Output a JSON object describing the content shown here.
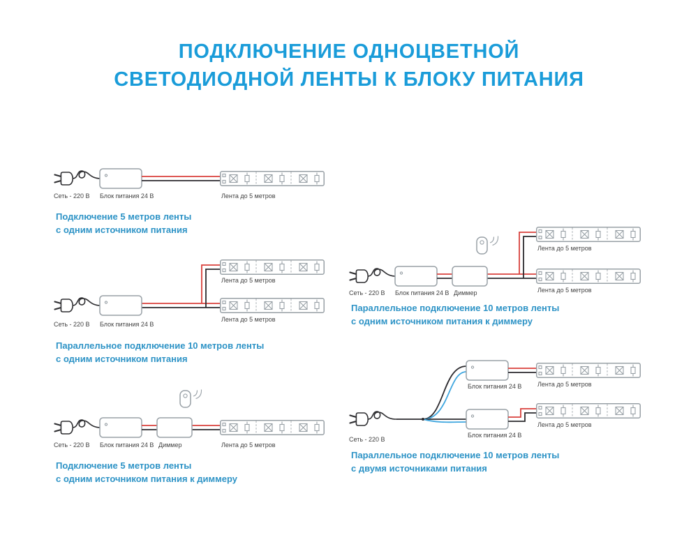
{
  "title": {
    "line1": "ПОДКЛЮЧЕНИЕ ОДНОЦВЕТНОЙ",
    "line2": "СВЕТОДИОДНОЙ ЛЕНТЫ К БЛОКУ ПИТАНИЯ"
  },
  "labels": {
    "mains": "Сеть - 220 В",
    "psu": "Блок питания 24 В",
    "dimmer": "Диммер",
    "strip": "Лента до 5 метров"
  },
  "captions": {
    "d1": {
      "line1": "Подключение 5 метров ленты",
      "line2": "с одним источником питания"
    },
    "d2": {
      "line1": "Параллельное подключение 10 метров ленты",
      "line2": "с одним источником питания"
    },
    "d3": {
      "line1": "Подключение 5 метров ленты",
      "line2": "с одним источником питания к диммеру"
    },
    "d4": {
      "line1": "Параллельное подключение 10 метров ленты",
      "line2": "с одним источником питания к диммеру"
    },
    "d5": {
      "line1": "Параллельное подключение 10 метров ленты",
      "line2": "с двумя источниками питания"
    }
  },
  "colors": {
    "title": "#1a9cd9",
    "caption": "#2d93c6",
    "wire_red": "#d9413c",
    "wire_black": "#2b2a2e",
    "wire_blue": "#3ea6df",
    "outline_gray": "#98a0a6",
    "label_text": "#414141"
  }
}
